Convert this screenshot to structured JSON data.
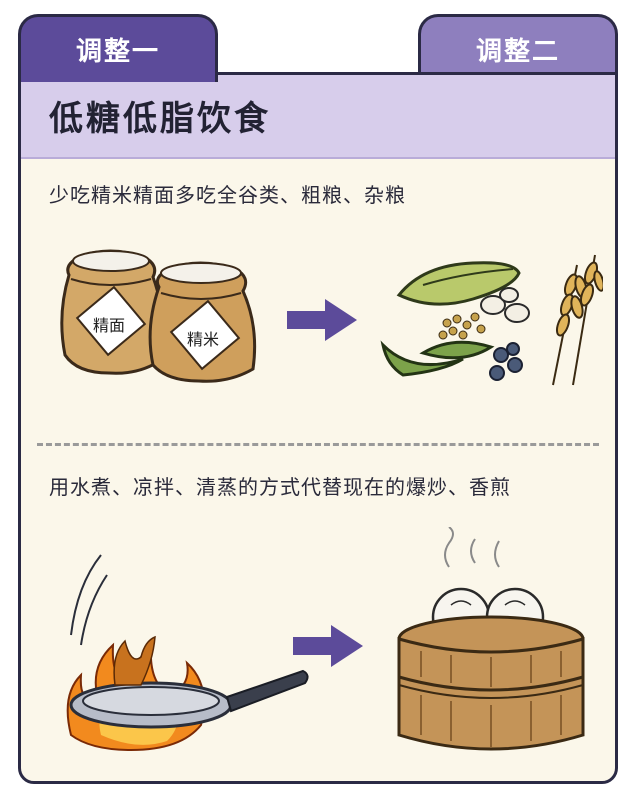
{
  "tabs": [
    {
      "label": "调整一",
      "active": true
    },
    {
      "label": "调整二",
      "active": false
    }
  ],
  "title": "低糖低脂饮食",
  "tips": [
    {
      "text": "少吃精米精面多吃全谷类、粗粮、杂粮",
      "left_labels": [
        "精面",
        "精米"
      ],
      "left_icon": "flour-rice-sacks-icon",
      "right_icon": "whole-grains-beans-icon"
    },
    {
      "text": "用水煮、凉拌、清蒸的方式代替现在的爆炒、香煎",
      "left_icon": "frying-pan-fire-icon",
      "right_icon": "bamboo-steamer-buns-icon"
    }
  ],
  "colors": {
    "tab_active": "#5c4b9a",
    "tab_inactive": "#8e7fbe",
    "header_band": "#d7cdeb",
    "card_bg": "#fbf7ea",
    "arrow": "#5c4b9a"
  }
}
